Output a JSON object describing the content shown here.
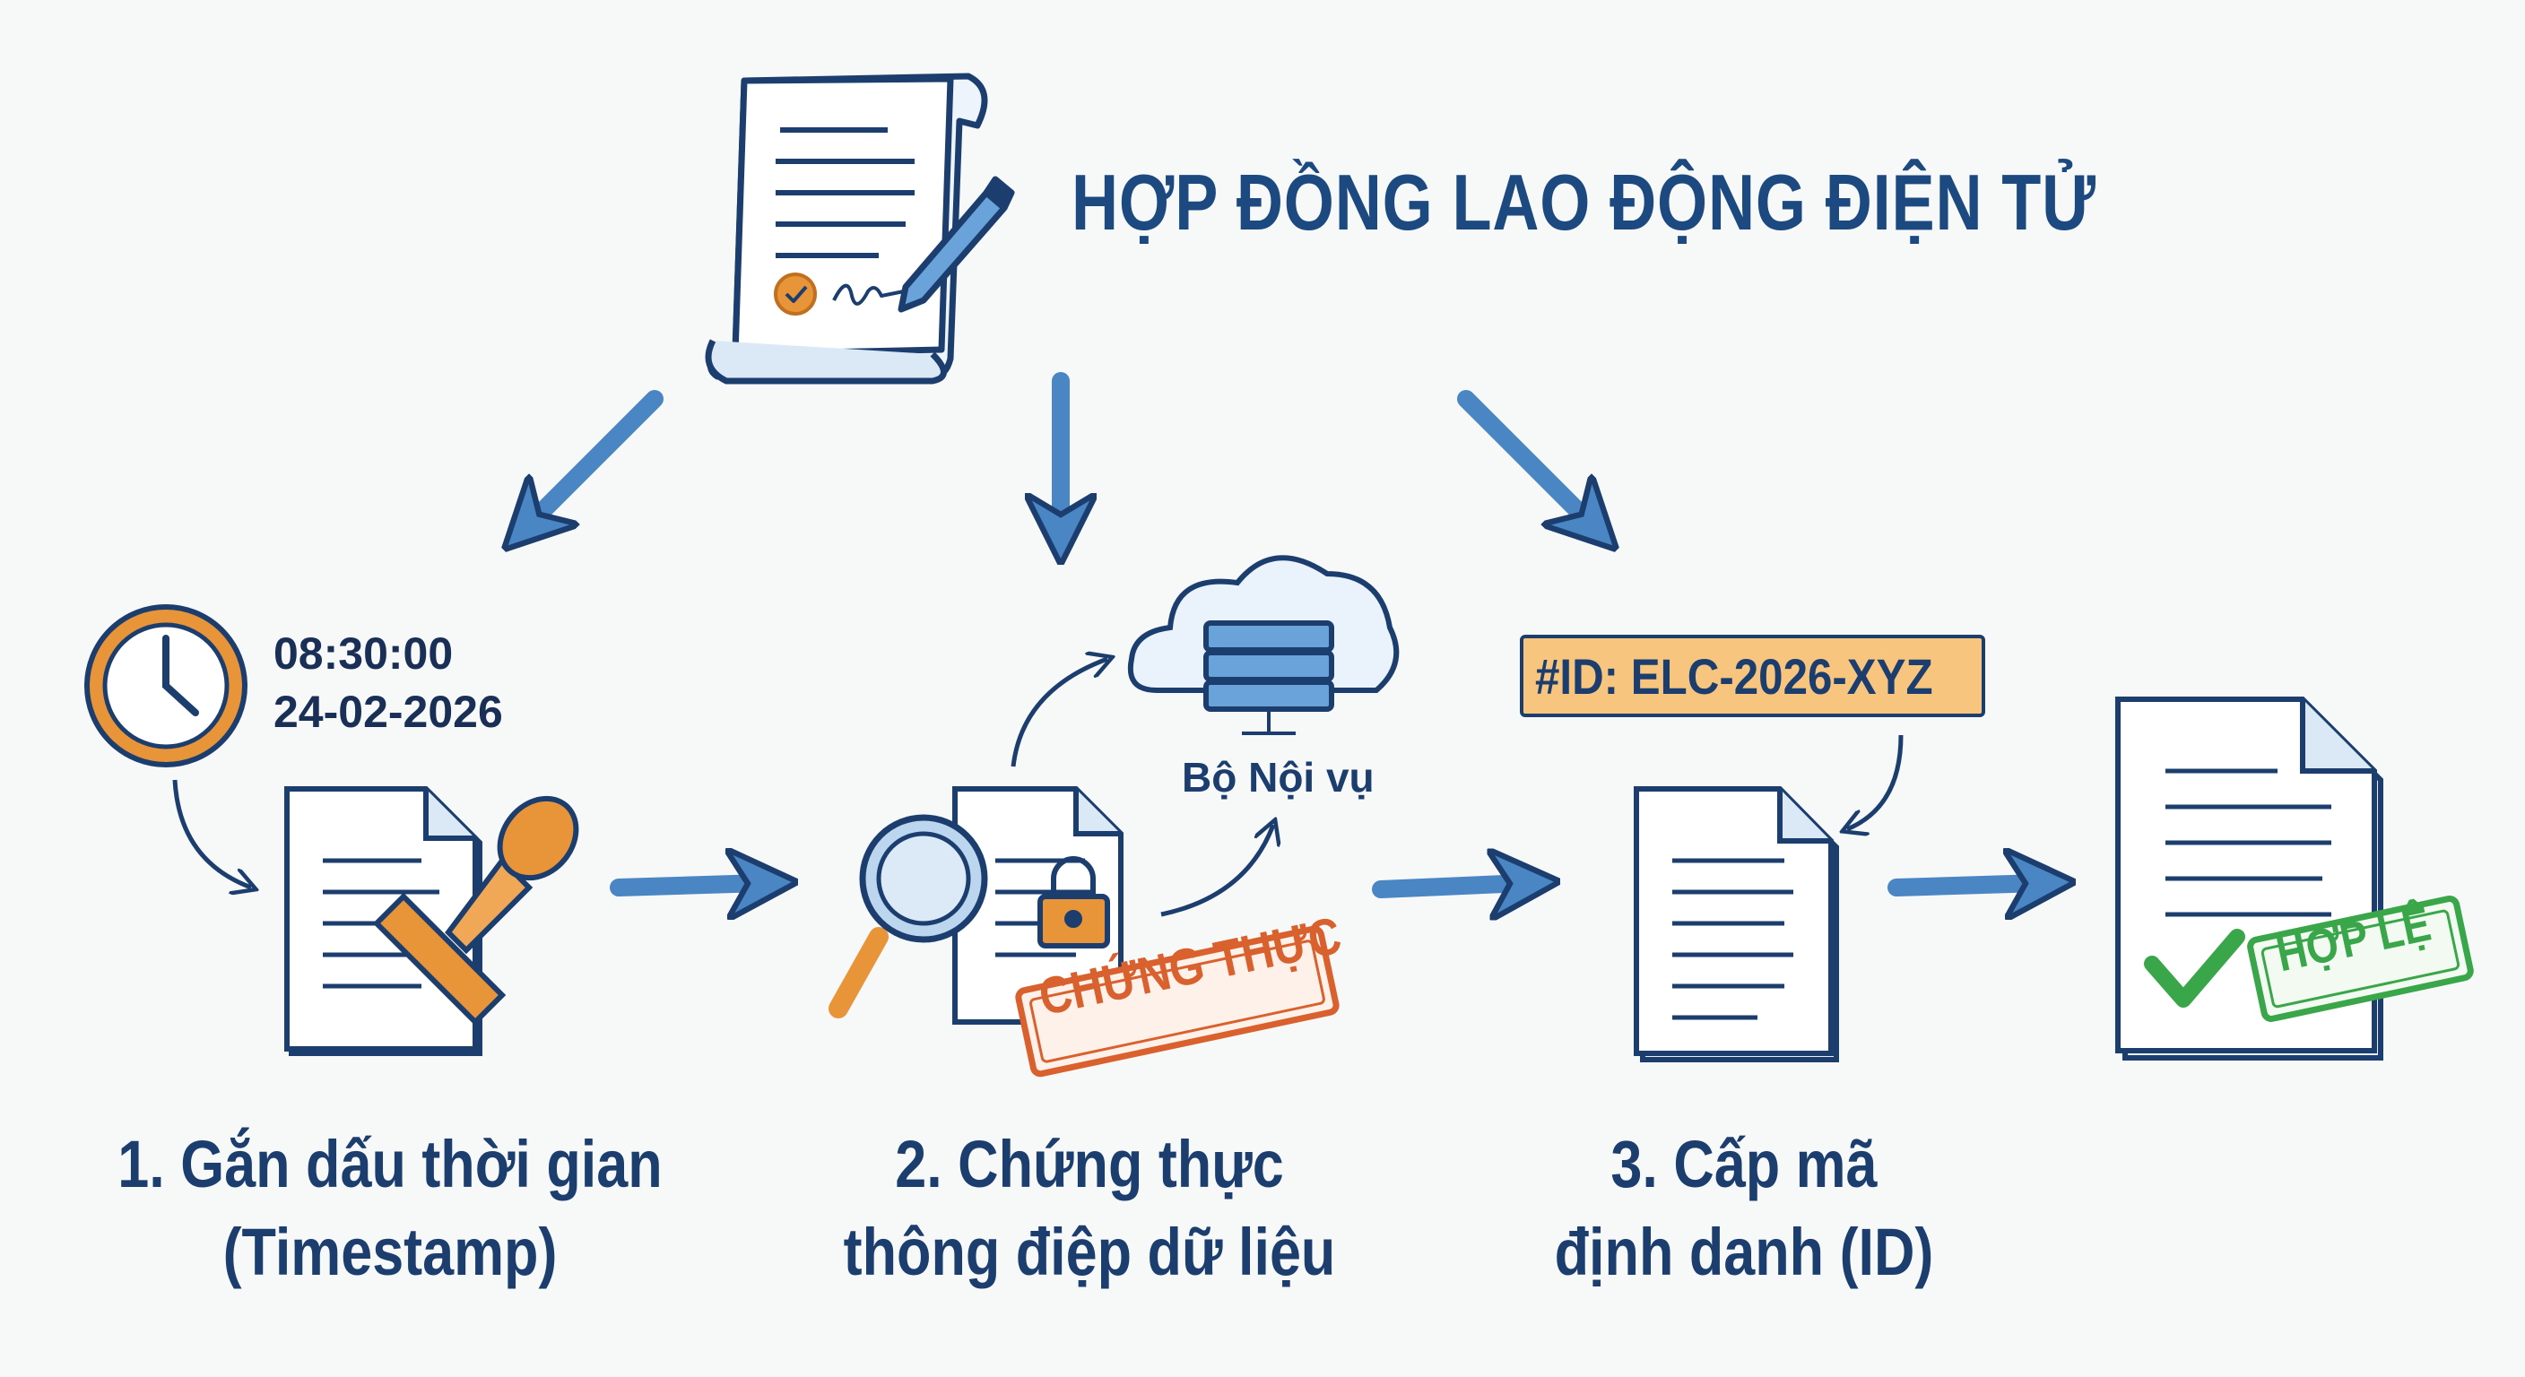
{
  "title": "HỢP ĐỒNG LAO ĐỘNG ĐIỆN TỬ",
  "timestamp": {
    "time": "08:30:00",
    "date": "24-02-2026"
  },
  "cloud_label": "Bộ Nội vụ",
  "stamp_certified": "CHỨNG THỰC",
  "id_label": "#ID: ELC-2026-XYZ",
  "stamp_valid": "HỢP LỆ",
  "steps": [
    {
      "line1": "1. Gắn dấu thời gian",
      "line2": "(Timestamp)"
    },
    {
      "line1": "2. Chứng thực",
      "line2": "thông điệp dữ liệu"
    },
    {
      "line1": "3. Cấp mã",
      "line2": "định danh (ID)"
    }
  ],
  "colors": {
    "navy": "#1c4a80",
    "arrow": "#4a85c4",
    "orange": "#e8953a",
    "stamp_red": "#d9612e",
    "green": "#3aa64a",
    "id_fill": "#f7c57e"
  }
}
